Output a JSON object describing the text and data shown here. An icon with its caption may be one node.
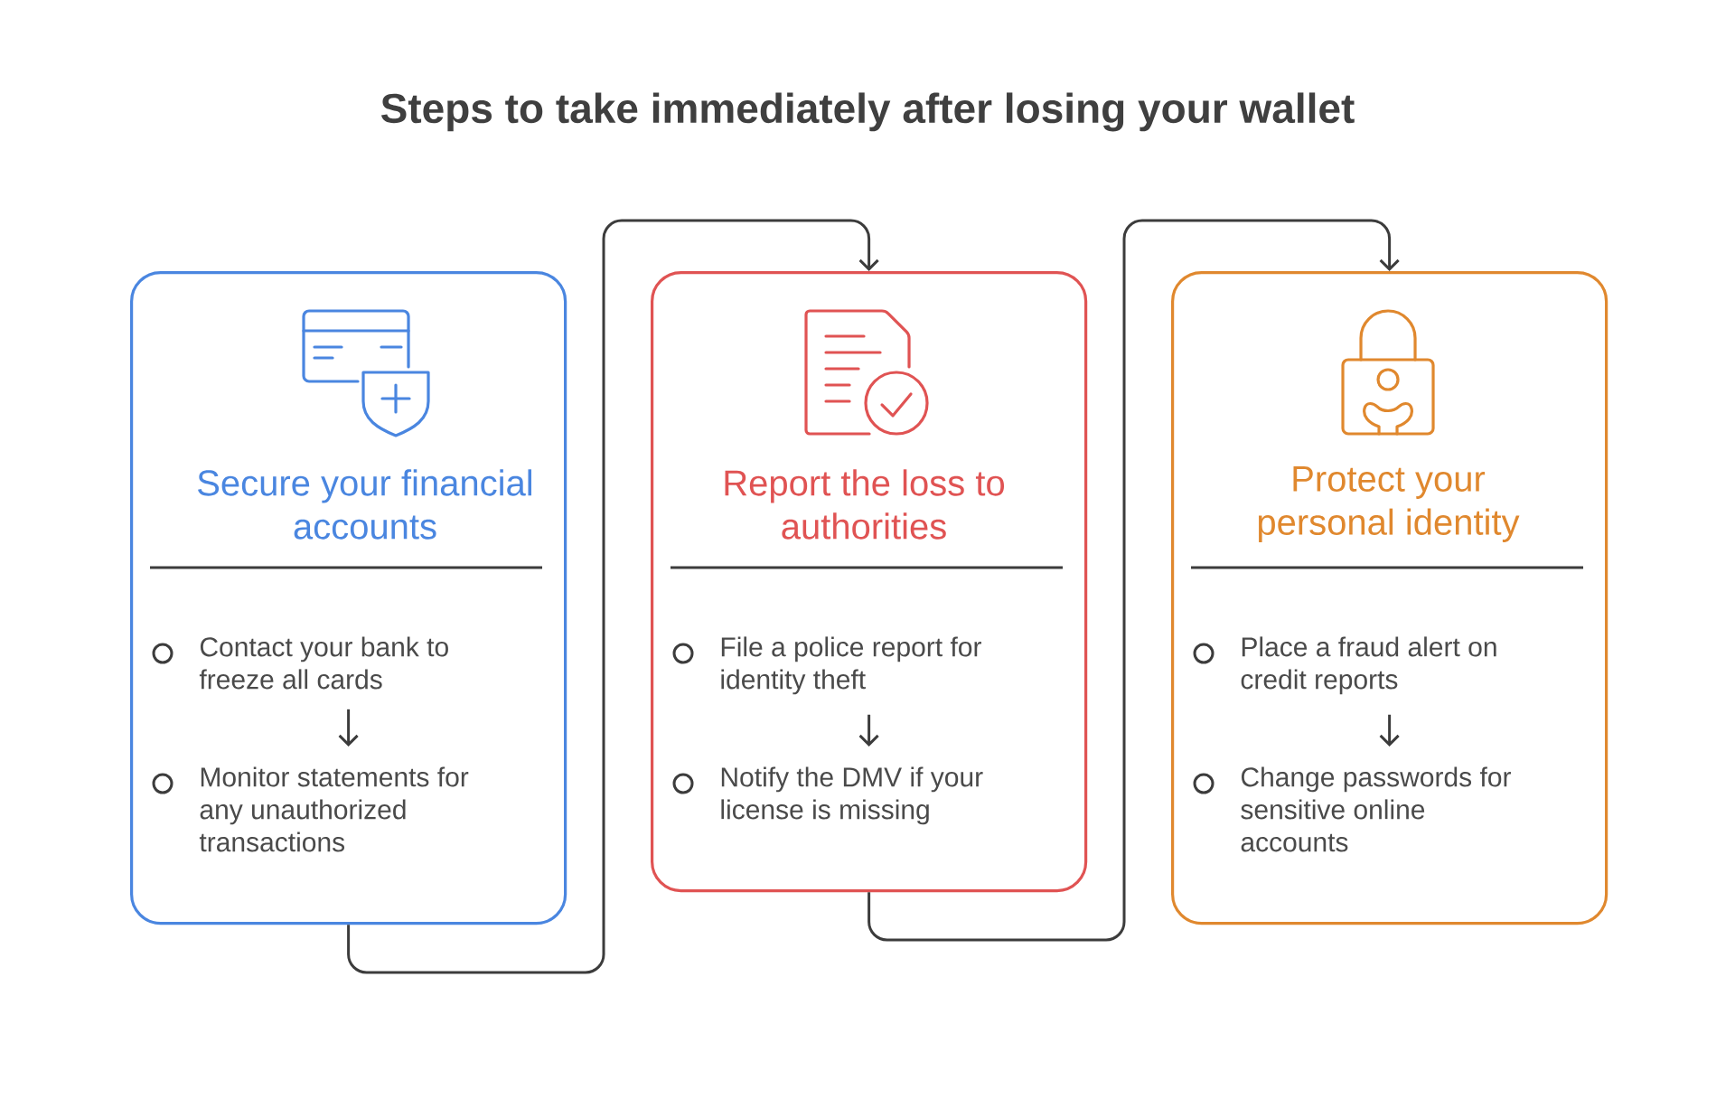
{
  "diagram": {
    "title": "Steps to take immediately after losing your wallet",
    "nodes": [
      {
        "text": [
          "Secure your financial accounts"
        ]
      },
      {
        "text": [
          "Contact your bank to freeze all cards"
        ],
        "in": 0
      },
      {
        "text": [
          "Monitor statements for any unauthorized transactions"
        ],
        "in": 0
      },
      {
        "text": [
          "Report the loss to authorities"
        ]
      },
      {
        "text": [
          "File a police report for identity theft"
        ],
        "in": 3
      },
      {
        "text": [
          "Notify the DMV if your license is missing"
        ],
        "in": 3
      },
      {
        "text": [
          "Protect your personal identity"
        ]
      },
      {
        "text": [
          "Place a fraud alert on credit reports"
        ],
        "in": 6
      },
      {
        "text": [
          "Change passwords for sensitive online accounts"
        ],
        "in": 6
      }
    ],
    "edges": [
      {
        "from": 1,
        "to": 2,
        "arrow": "to"
      },
      {
        "from": 0,
        "to": 3,
        "arrow": "to"
      },
      {
        "from": 4,
        "to": 5,
        "arrow": "to"
      },
      {
        "from": 3,
        "to": 6,
        "arrow": "to"
      },
      {
        "from": 7,
        "to": 8,
        "arrow": "to"
      }
    ]
  }
}
